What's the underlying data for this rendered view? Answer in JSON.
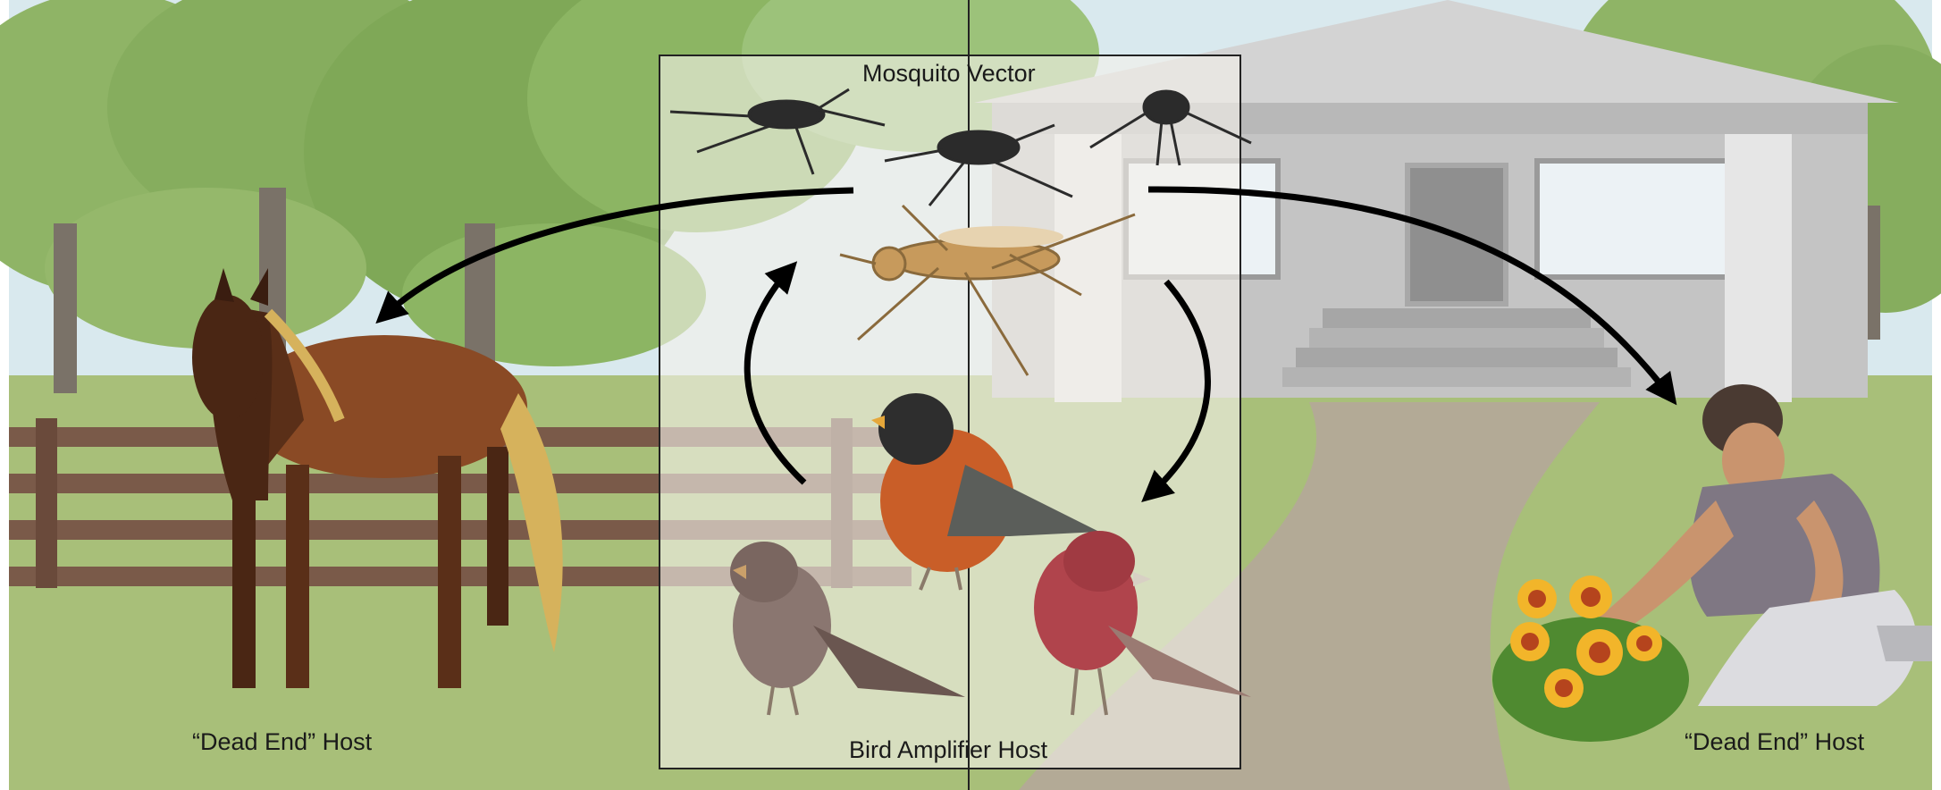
{
  "labels": {
    "vector": "Mosquito Vector",
    "amplifier": "Bird Amplifier Host",
    "dead_end_left": "“Dead End” Host",
    "dead_end_right": "“Dead End” Host"
  },
  "colors": {
    "sky": "#d9e9ee",
    "grass": "#a8bf79",
    "foliage": "#7fa857",
    "trunk": "#7a7268",
    "fence": "#7a5a49",
    "house": "#c4c4c4",
    "path": "#b3aa96",
    "panel_fill": "#f4f1ea",
    "arrow": "#000000",
    "horse": "#6e3a1e",
    "robin_breast": "#c95e28",
    "finch": "#b0444c",
    "sparrow": "#8a7670",
    "mosquito_dark": "#2b2b2b",
    "mosquito_tan": "#c79a5c"
  },
  "icons": {
    "vector": "mosquito-icon",
    "amplifier": "bird-icon",
    "dead_end_left": "horse-icon",
    "dead_end_right": "person-gardening-icon"
  }
}
